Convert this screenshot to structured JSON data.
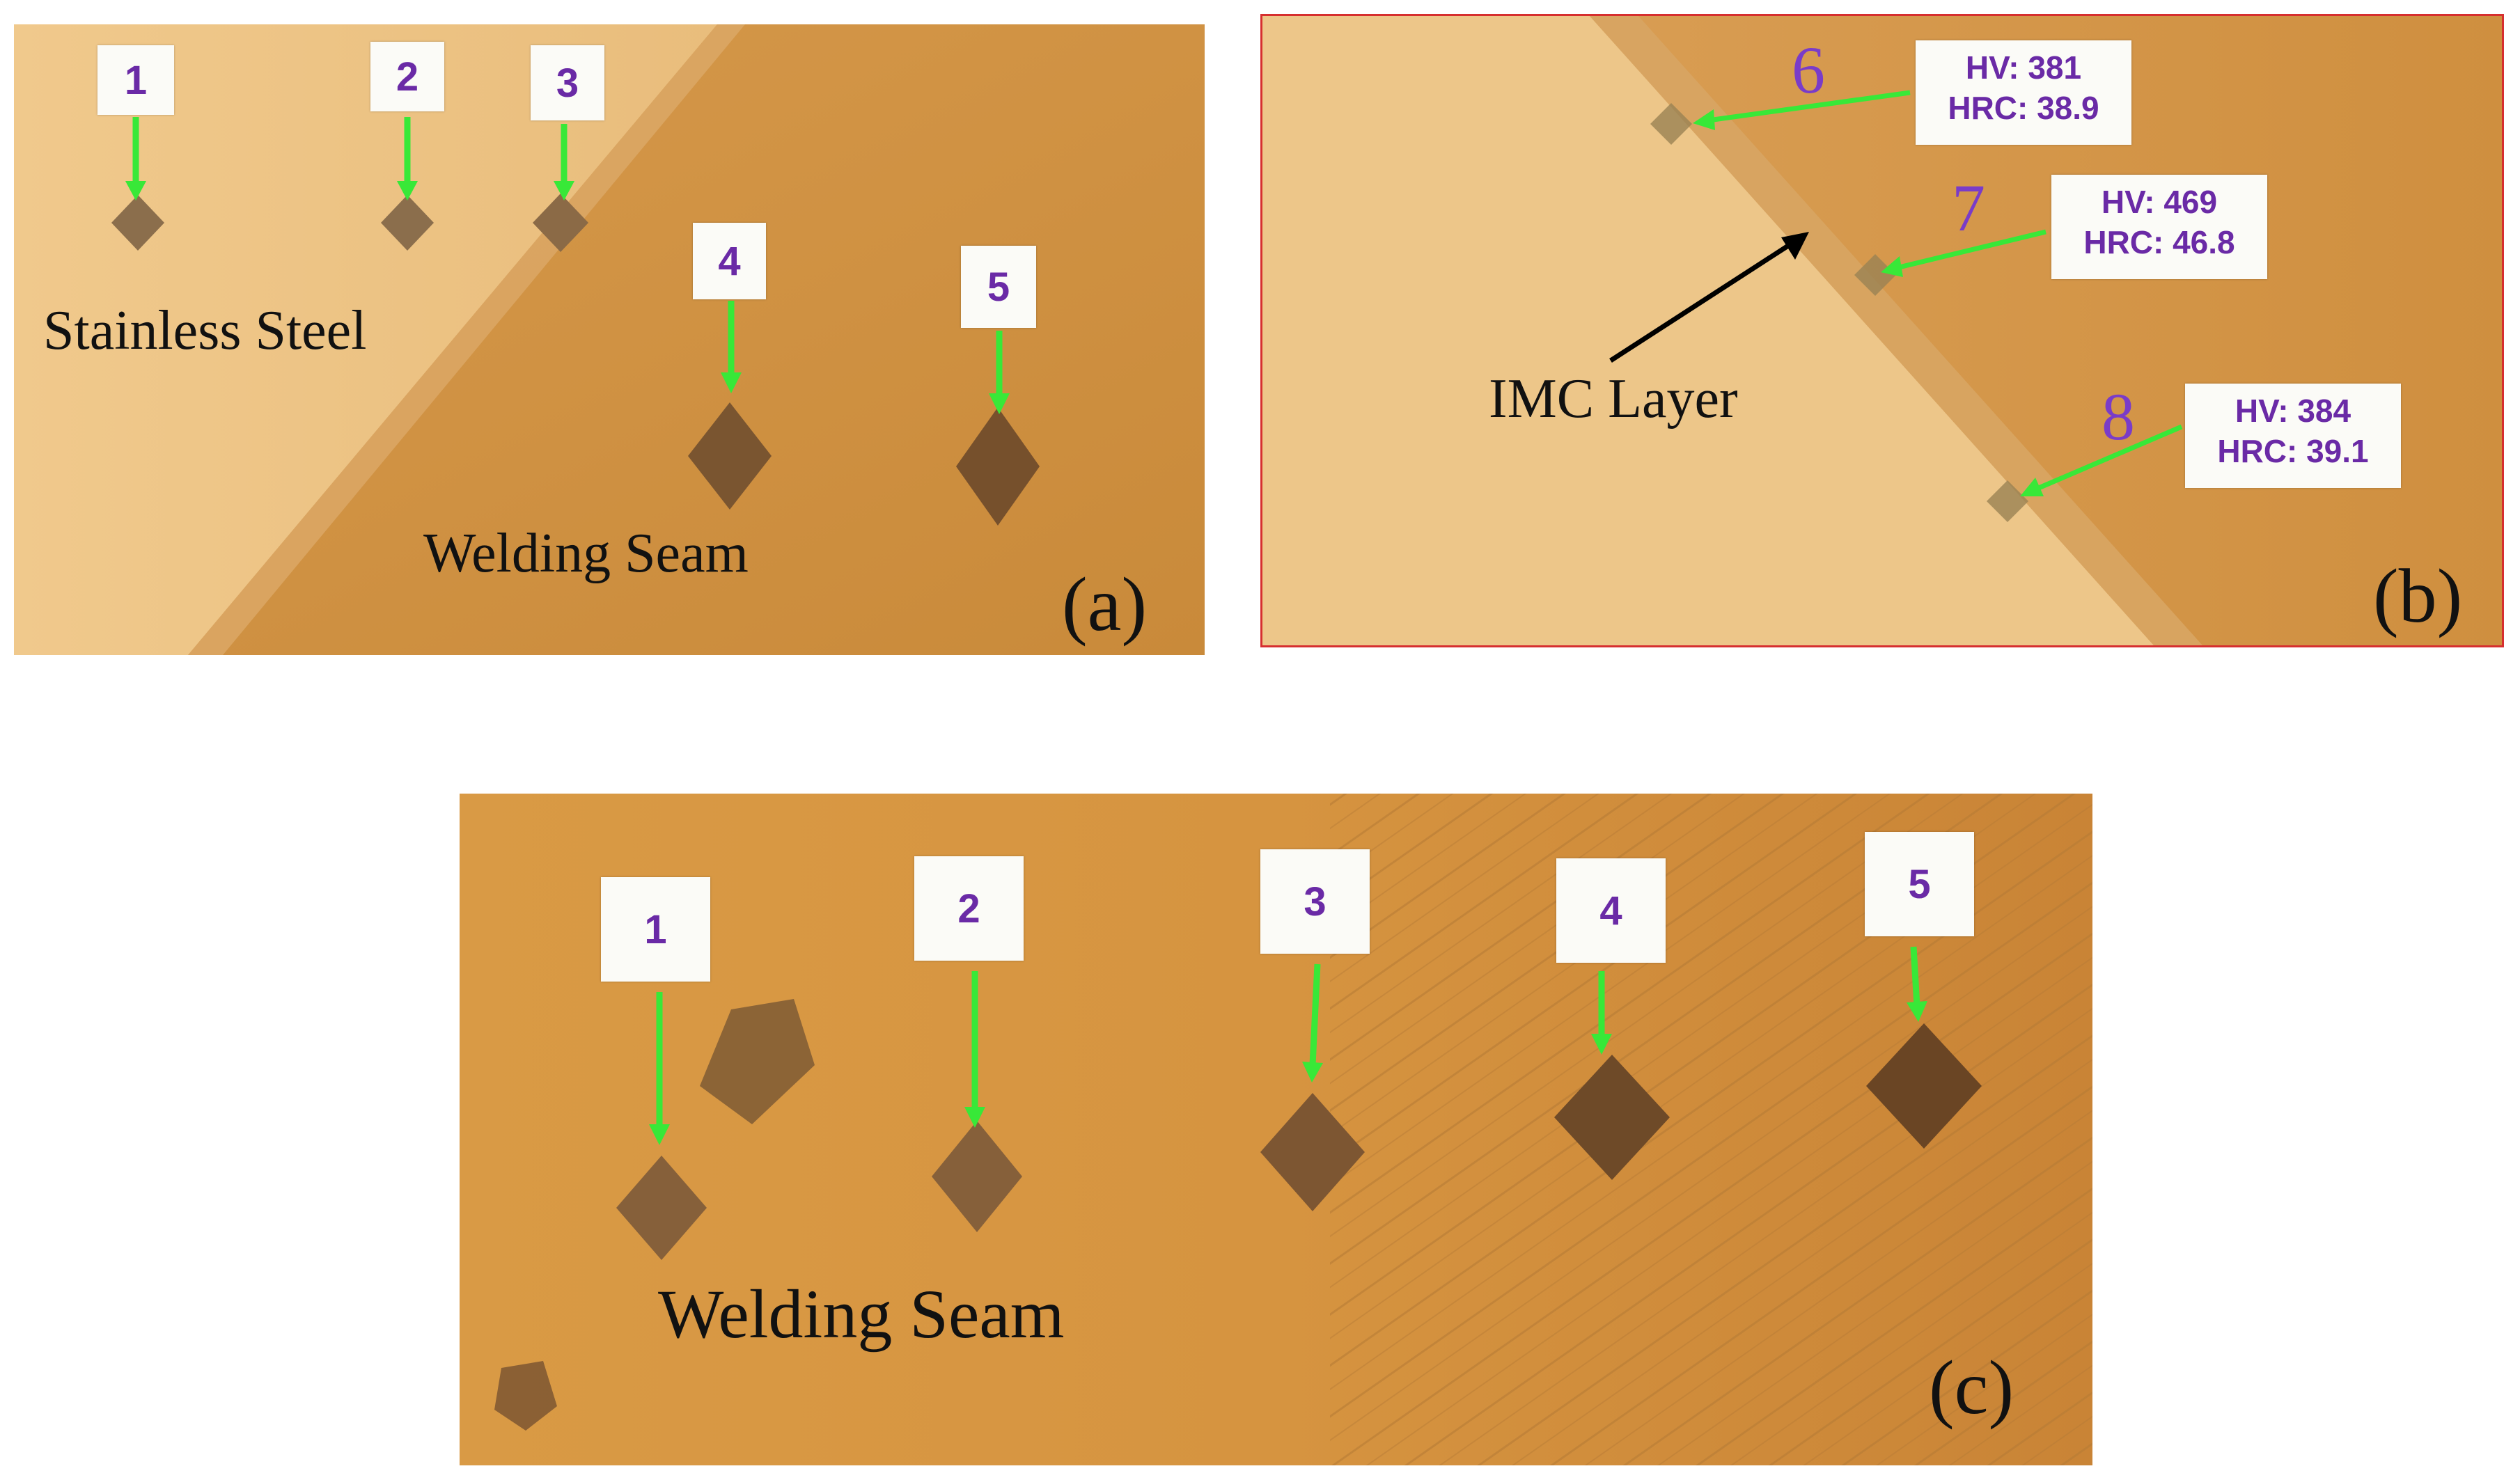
{
  "panel_a": {
    "tag": "(a)",
    "region_stainless": "Stainless Steel",
    "region_weld": "Welding Seam",
    "points": [
      "1",
      "2",
      "3",
      "4",
      "5"
    ]
  },
  "panel_b": {
    "tag": "(b)",
    "imc_label": "IMC Layer",
    "points": [
      {
        "num": "6",
        "hv": "HV: 381",
        "hrc": "HRC: 38.9"
      },
      {
        "num": "7",
        "hv": "HV: 469",
        "hrc": "HRC: 46.8"
      },
      {
        "num": "8",
        "hv": "HV: 384",
        "hrc": "HRC: 39.1"
      }
    ]
  },
  "panel_c": {
    "tag": "(c)",
    "region_weld": "Welding Seam",
    "points": [
      "1",
      "2",
      "3",
      "4",
      "5"
    ]
  },
  "colors": {
    "arrow_green": "#38e838",
    "label_purple": "#6a2aa6",
    "panel_b_border": "#d62f2f"
  }
}
